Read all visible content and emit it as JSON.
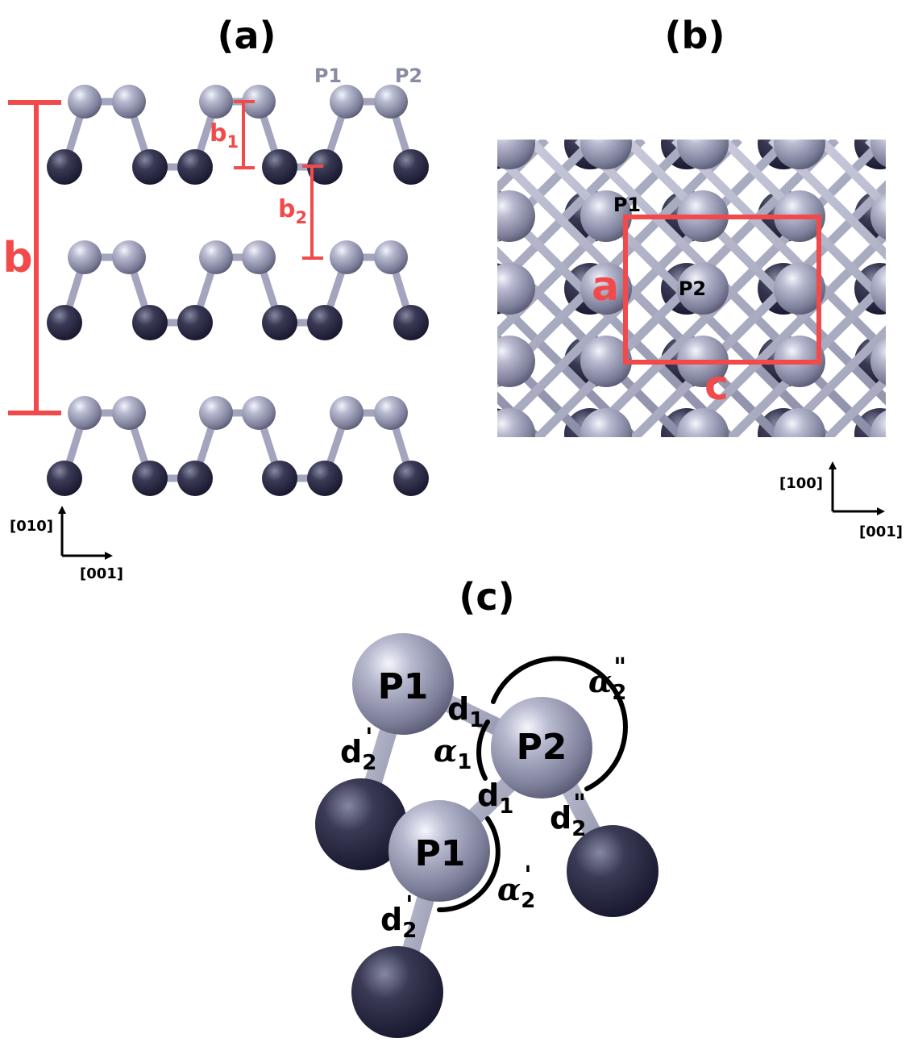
{
  "panels": {
    "a": {
      "title": "(a)",
      "atom_labels": [
        "P1",
        "P2"
      ],
      "dimension_labels": {
        "b": "b",
        "b1": "b",
        "b1_sub": "1",
        "b2": "b",
        "b2_sub": "2"
      },
      "axes": {
        "vertical": "[010]",
        "horizontal": "[001]"
      }
    },
    "b": {
      "title": "(b)",
      "atom_labels": [
        "P1",
        "P2"
      ],
      "cell_labels": {
        "a": "a",
        "c": "c"
      },
      "axes": {
        "vertical": "[100]",
        "horizontal": "[001]"
      }
    },
    "c": {
      "title": "(c)",
      "atom_labels": {
        "top": "P1",
        "middle": "P2",
        "bottom": "P1"
      },
      "bond_labels": {
        "d1": "d",
        "d1_sub": "1",
        "d2": "d",
        "d2_sub": "2",
        "prime": "'",
        "dprime": "\""
      },
      "angle_labels": {
        "alpha": "α",
        "sub1": "1",
        "sub2": "2"
      }
    }
  },
  "colors": {
    "accent_red": "#f24a4a",
    "atom_light": "#a9abc1",
    "atom_dark": "#2c2c44",
    "bond": "#a3a5be"
  }
}
